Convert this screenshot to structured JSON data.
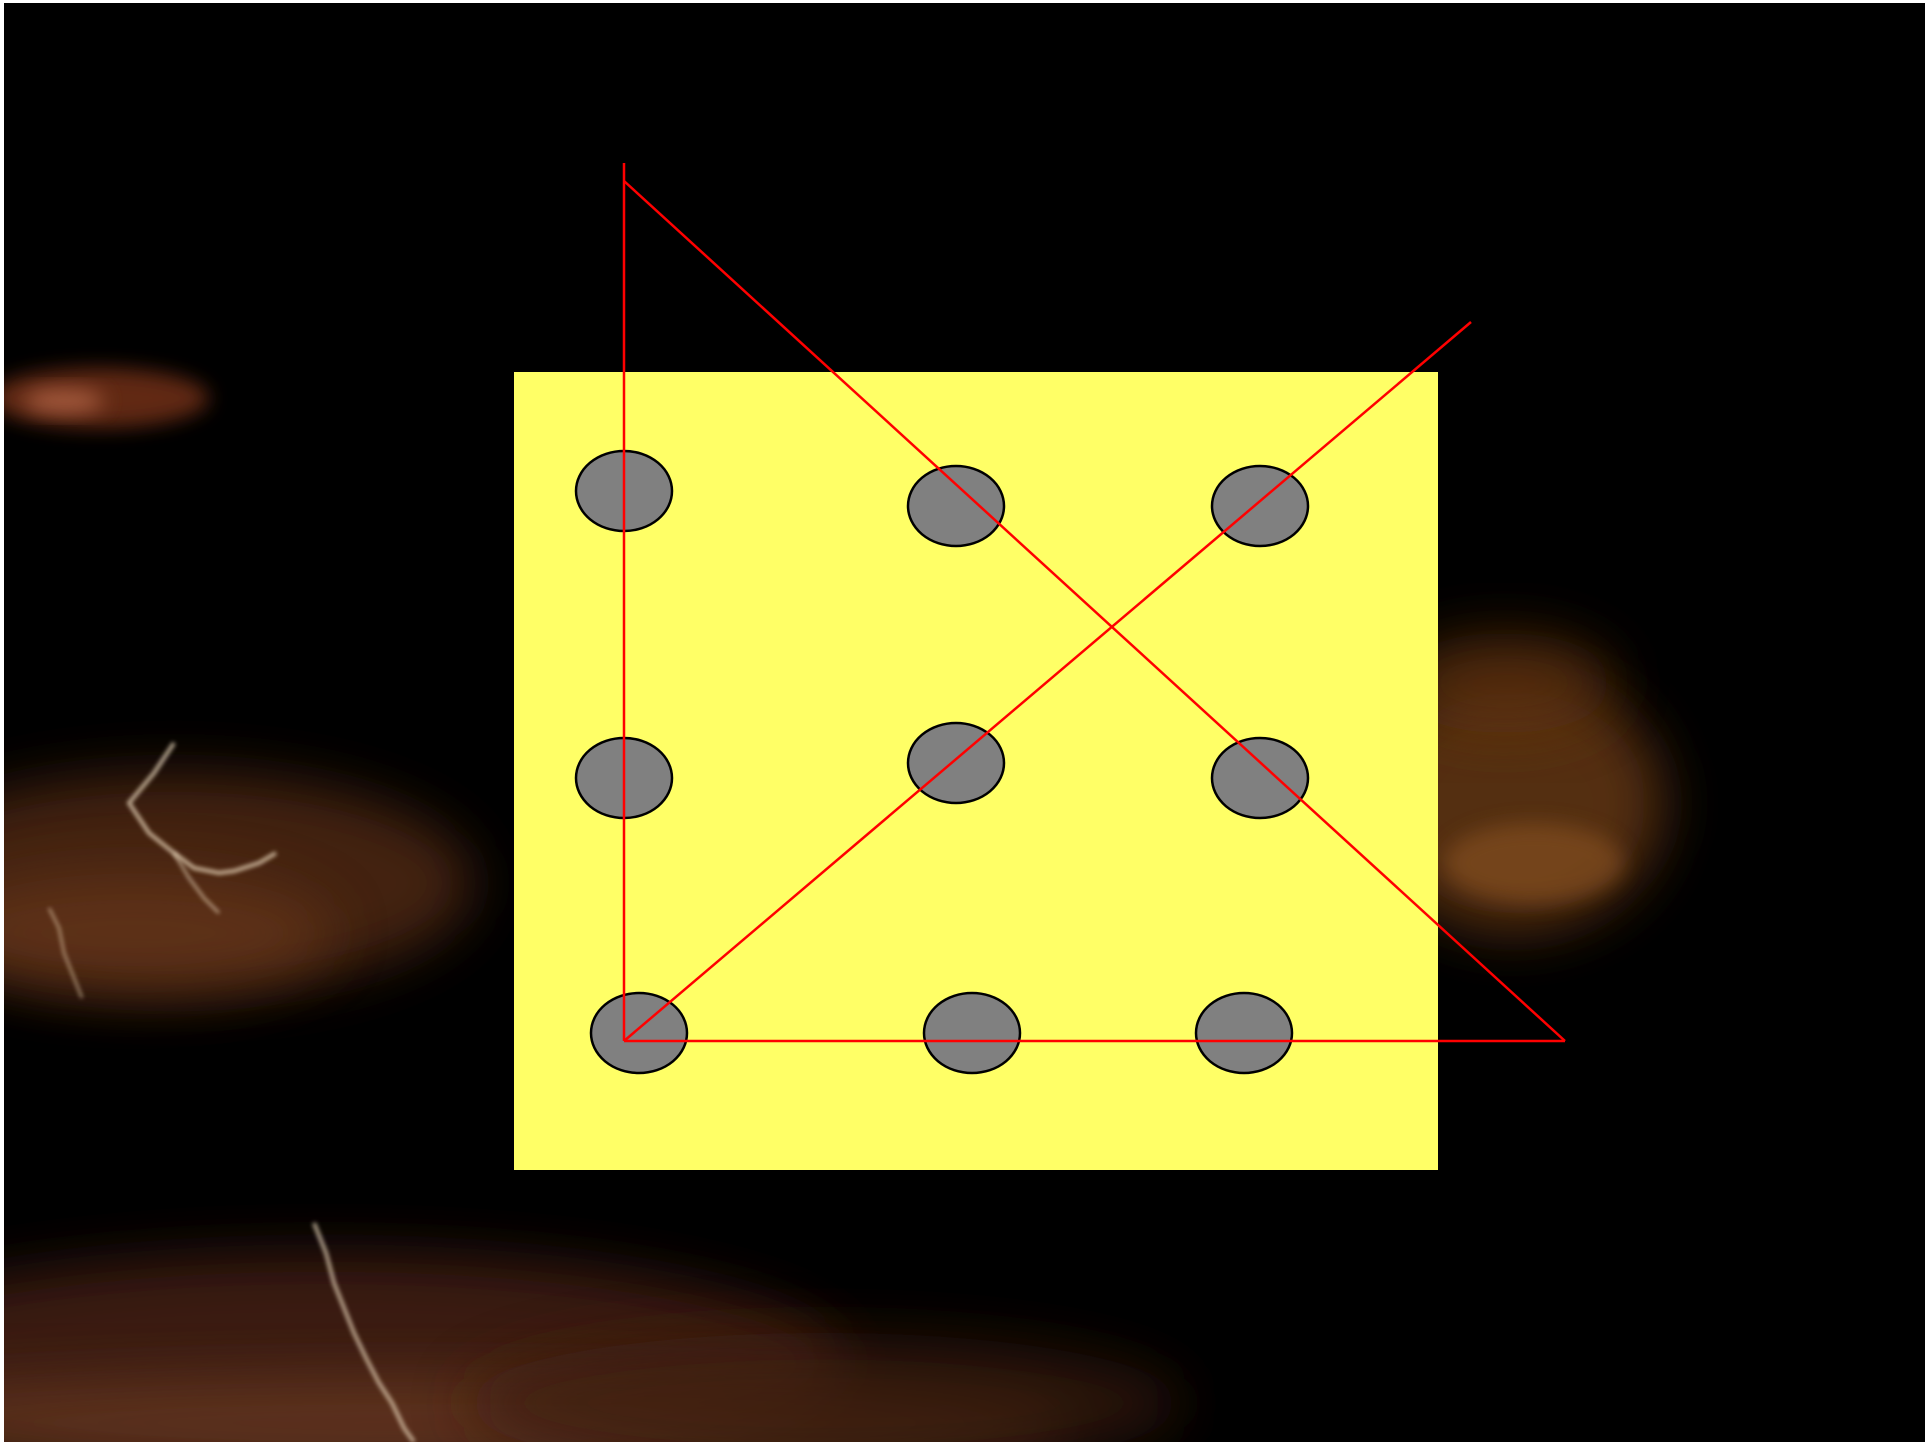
{
  "colors": {
    "page_border": "#ffffff",
    "slide_background": "#000000",
    "puzzle_square": "#ffff66",
    "dot_fill": "#808080",
    "dot_stroke": "#000000",
    "solution_line": "#ff0000",
    "storm_glow": "#7a4418",
    "lightning": "#e8d0b0"
  },
  "background": {
    "description_icon": "night-storm-clouds-with-lightning"
  },
  "puzzle": {
    "grid": "3x3",
    "dot_count": 9,
    "line_count": 4,
    "icon": "nine-dot-puzzle"
  }
}
